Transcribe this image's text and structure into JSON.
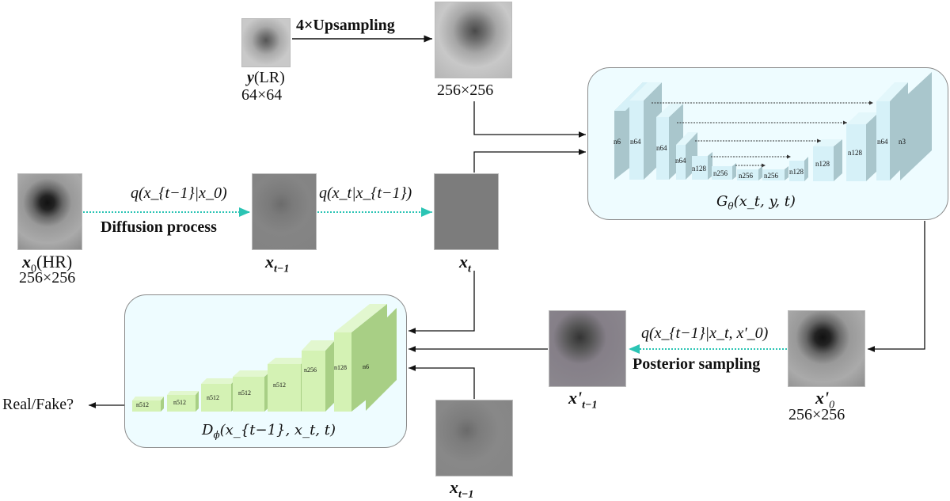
{
  "top": {
    "lr_image": {
      "label_var": "y",
      "label_suffix": "(LR)",
      "size": "64×64"
    },
    "upsample_label": "4×Upsampling",
    "upsampled_image": {
      "size": "256×256"
    }
  },
  "diffusion_row": {
    "x0": {
      "label_var": "x",
      "label_sub": "0",
      "label_suffix": "(HR)",
      "size": "256×256"
    },
    "forward1": {
      "formula": "q(x_{t−1}|x_0)",
      "caption": "Diffusion process"
    },
    "xt_minus_1": {
      "label_var": "x",
      "label_sub": "t−1"
    },
    "forward2": {
      "formula": "q(x_t|x_{t−1})"
    },
    "xt": {
      "label_var": "x",
      "label_sub": "t"
    }
  },
  "generator": {
    "label": "G",
    "label_sub": "θ",
    "label_args": "(x_t, y, t)",
    "encoder_blocks": [
      "n6",
      "n64",
      "n64",
      "n64",
      "n128",
      "n256"
    ],
    "bottleneck_blocks": [
      "n256",
      "n256"
    ],
    "decoder_blocks": [
      "n128",
      "n128",
      "n128",
      "n64",
      "n3"
    ]
  },
  "posterior": {
    "x0_prime": {
      "label_var": "x'",
      "label_sub": "0",
      "size": "256×256"
    },
    "formula": "q(x_{t−1}|x_t, x'_0)",
    "caption": "Posterior sampling",
    "xt1_prime": {
      "label_var": "x'",
      "label_sub": "t−1"
    }
  },
  "discriminator": {
    "label": "D",
    "label_sub": "ϕ",
    "label_args": "(x_{t−1}, x_t, t)",
    "blocks": [
      "n512",
      "n512",
      "n512",
      "n512",
      "n512",
      "n256",
      "n128",
      "n6"
    ],
    "output_label": "Real/Fake?"
  },
  "bottom": {
    "xt_minus_1": {
      "label_var": "x",
      "label_sub": "t−1"
    }
  },
  "colors": {
    "generator_panel": "#eefcff",
    "generator_block_front": "#d6f1f8",
    "generator_block_side": "#a9c6cc",
    "discriminator_block_front": "#d4f2b4",
    "discriminator_block_side": "#a8cf85",
    "diffusion_arrow": "#2bc4b4"
  }
}
